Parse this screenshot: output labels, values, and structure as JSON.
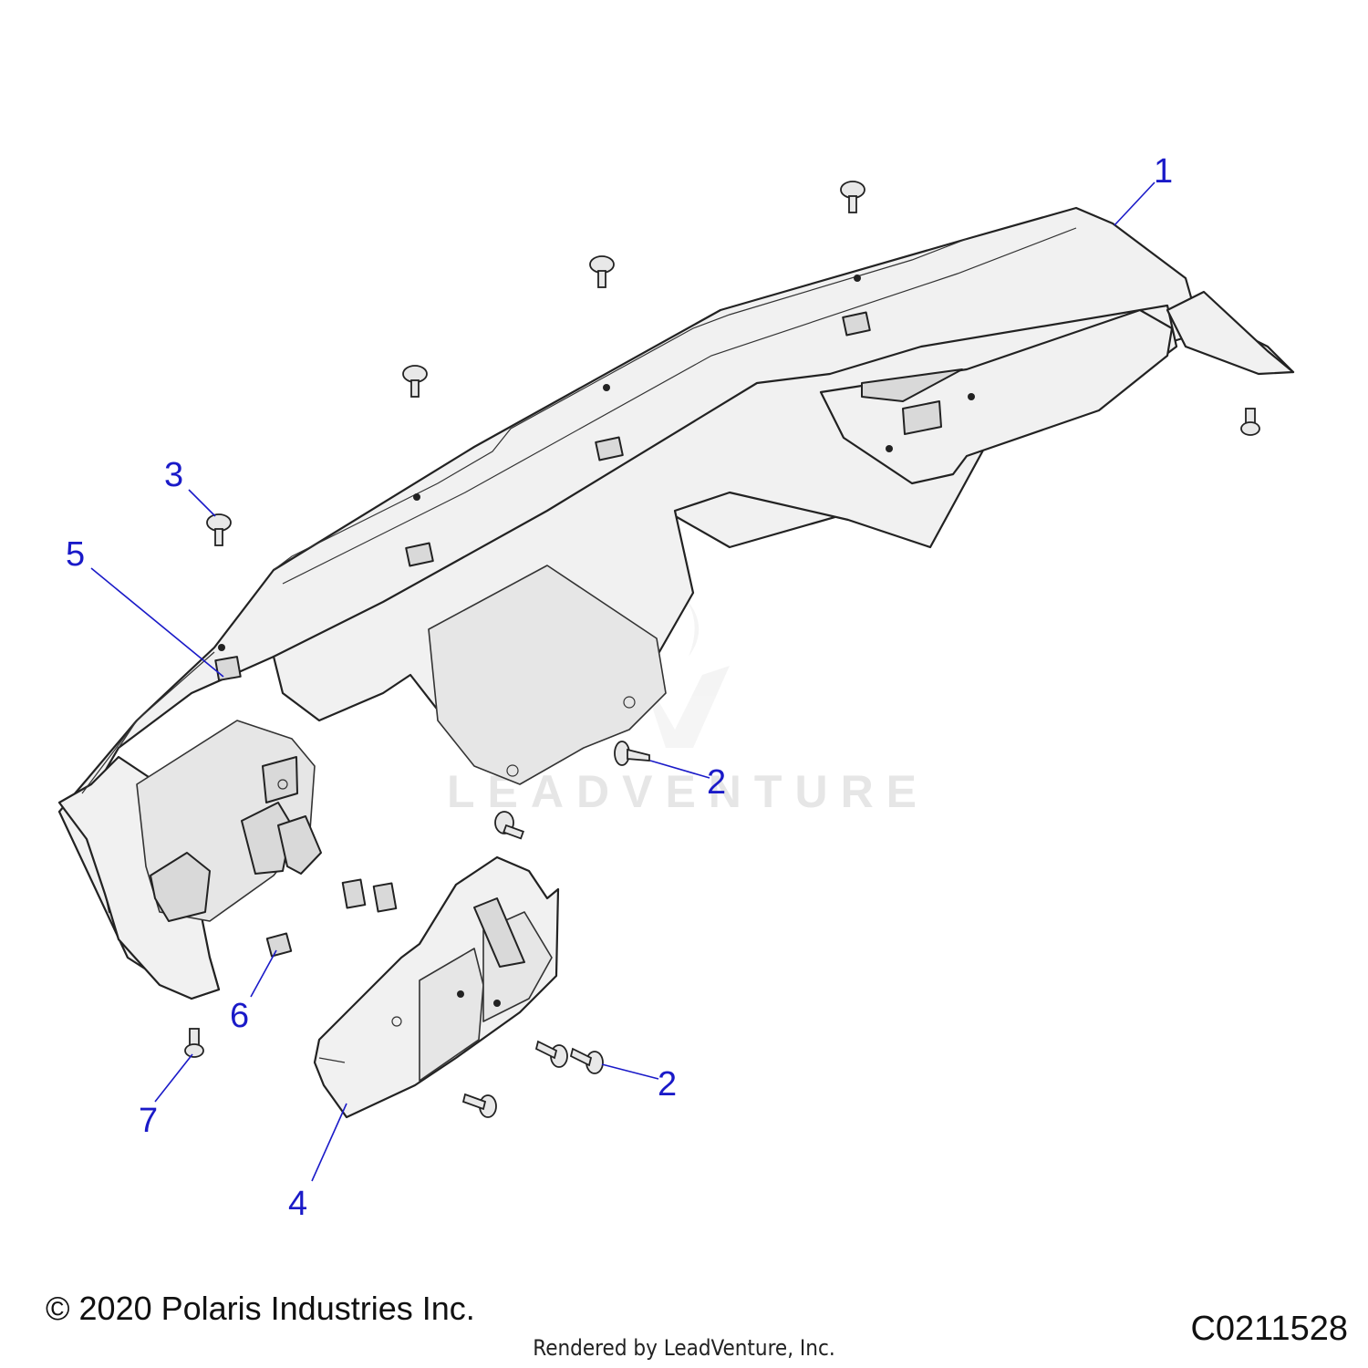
{
  "diagram": {
    "callouts": [
      {
        "id": "c1",
        "label": "1"
      },
      {
        "id": "c2a",
        "label": "2"
      },
      {
        "id": "c2b",
        "label": "2"
      },
      {
        "id": "c3",
        "label": "3"
      },
      {
        "id": "c4",
        "label": "4"
      },
      {
        "id": "c5",
        "label": "5"
      },
      {
        "id": "c6",
        "label": "6"
      },
      {
        "id": "c7",
        "label": "7"
      }
    ],
    "watermark": "LEADVENTURE",
    "callout_color": "#1a1ac8"
  },
  "footer": {
    "copyright": "© 2020 Polaris Industries Inc.",
    "drawing_id": "C0211528",
    "rendered_by": "Rendered by LeadVenture, Inc."
  }
}
